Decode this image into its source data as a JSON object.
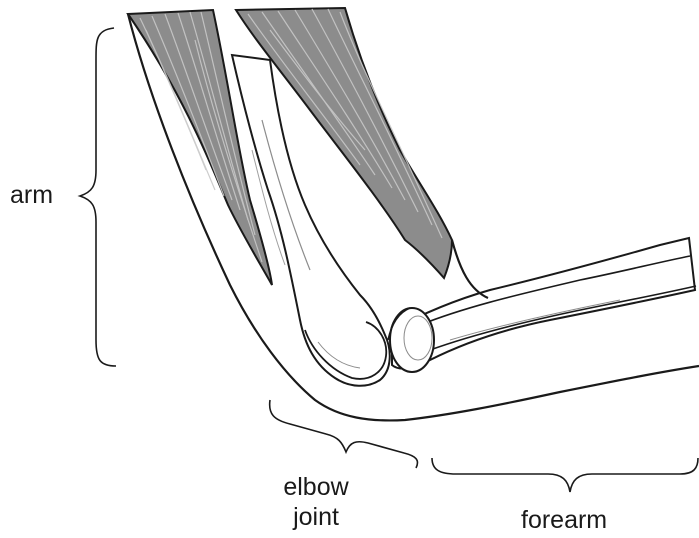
{
  "labels": {
    "arm": "arm",
    "elbow_line1": "elbow",
    "elbow_line2": "joint",
    "forearm": "forearm"
  },
  "colors": {
    "outline": "#1a1a1a",
    "bone_fill": "#ffffff",
    "muscle_fill": "#8c8c8c",
    "muscle_highlight": "#c8c8c8",
    "background": "#ffffff"
  },
  "parts": [
    "humerus",
    "biceps-muscle",
    "triceps-muscle",
    "forearm-bones",
    "elbow-joint"
  ]
}
